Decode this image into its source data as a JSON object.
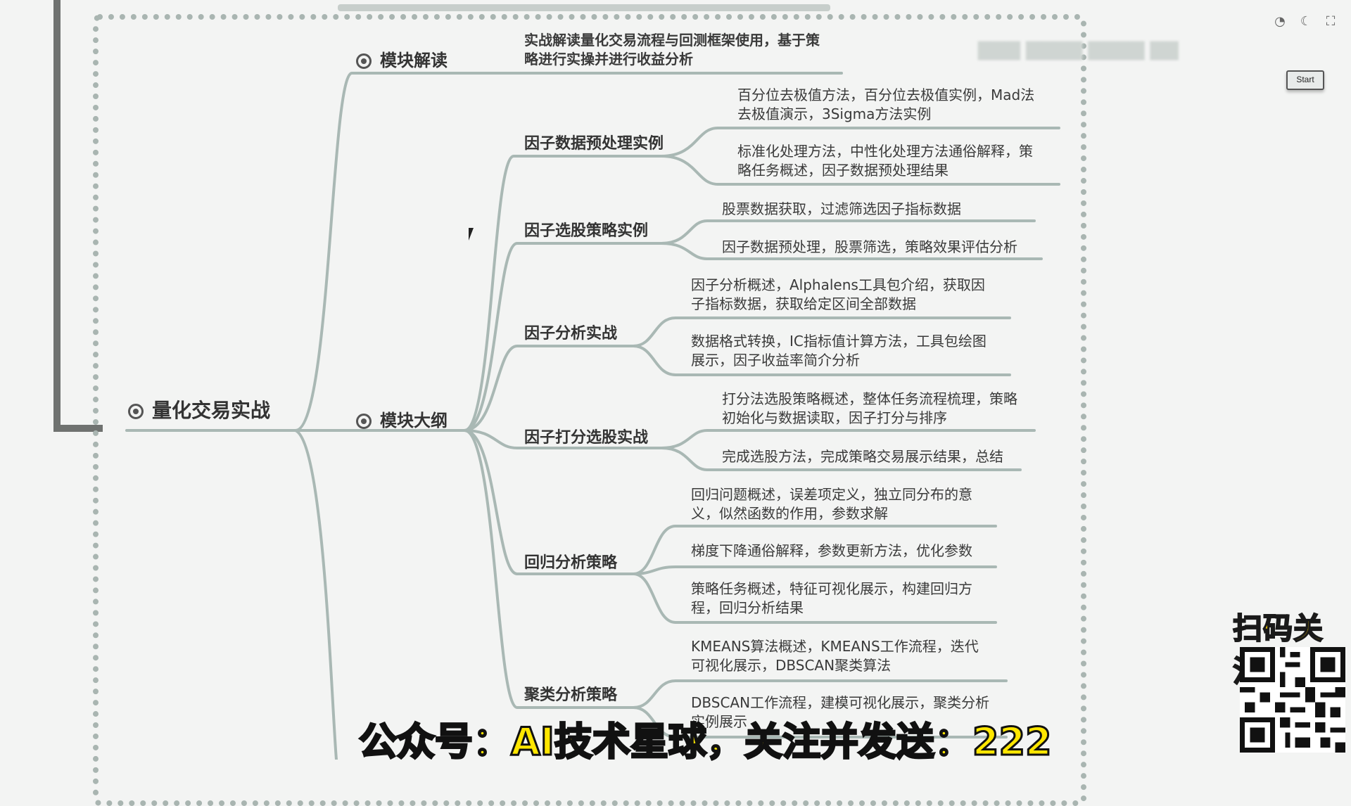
{
  "toolbar": {
    "icons": [
      "speedometer-icon",
      "moon-icon",
      "fullscreen-icon"
    ],
    "start_label": "Start"
  },
  "mindmap": {
    "root": "量化交易实战",
    "modules": [
      {
        "title": "模块解读",
        "desc_lines": [
          "实战解读量化交易流程与回测框架使用，基于策",
          "略进行实操并进行收益分析"
        ]
      },
      {
        "title": "模块大纲"
      }
    ],
    "sections": [
      {
        "title": "因子数据预处理实例",
        "leaves": [
          [
            "百分位去极值方法，百分位去极值实例，Mad法",
            "去极值演示，3Sigma方法实例"
          ],
          [
            "标准化处理方法，中性化处理方法通俗解释，策",
            "略任务概述，因子数据预处理结果"
          ]
        ]
      },
      {
        "title": "因子选股策略实例",
        "leaves": [
          [
            "股票数据获取，过滤筛选因子指标数据"
          ],
          [
            "因子数据预处理，股票筛选，策略效果评估分析"
          ]
        ]
      },
      {
        "title": "因子分析实战",
        "leaves": [
          [
            "因子分析概述，Alphalens工具包介绍，获取因",
            "子指标数据，获取给定区间全部数据"
          ],
          [
            "数据格式转换，IC指标值计算方法，工具包绘图",
            "展示，因子收益率简介分析"
          ]
        ]
      },
      {
        "title": "因子打分选股实战",
        "leaves": [
          [
            "打分法选股策略概述，整体任务流程梳理，策略",
            "初始化与数据读取，因子打分与排序"
          ],
          [
            "完成选股方法，完成策略交易展示结果，总结"
          ]
        ]
      },
      {
        "title": "回归分析策略",
        "leaves": [
          [
            "回归问题概述，误差项定义，独立同分布的意",
            "义，似然函数的作用，参数求解"
          ],
          [
            "梯度下降通俗解释，参数更新方法，优化参数"
          ],
          [
            "策略任务概述，特征可视化展示，构建回归方",
            "程，回归分析结果"
          ]
        ]
      },
      {
        "title": "聚类分析策略",
        "leaves": [
          [
            "KMEANS算法概述，KMEANS工作流程，迭代",
            "可视化展示，DBSCAN聚类算法"
          ],
          [
            "DBSCAN工作流程，建模可视化展示，聚类分析",
            "实例展示"
          ]
        ]
      }
    ]
  },
  "overlay": {
    "qr_title": "扫码关注",
    "caption": "公众号：AI技术星球，关注并发送：222"
  },
  "colors": {
    "branch": "#a9b8b4",
    "caption_fill": "#ffe600",
    "qr_title_fill": "#ffd400"
  }
}
